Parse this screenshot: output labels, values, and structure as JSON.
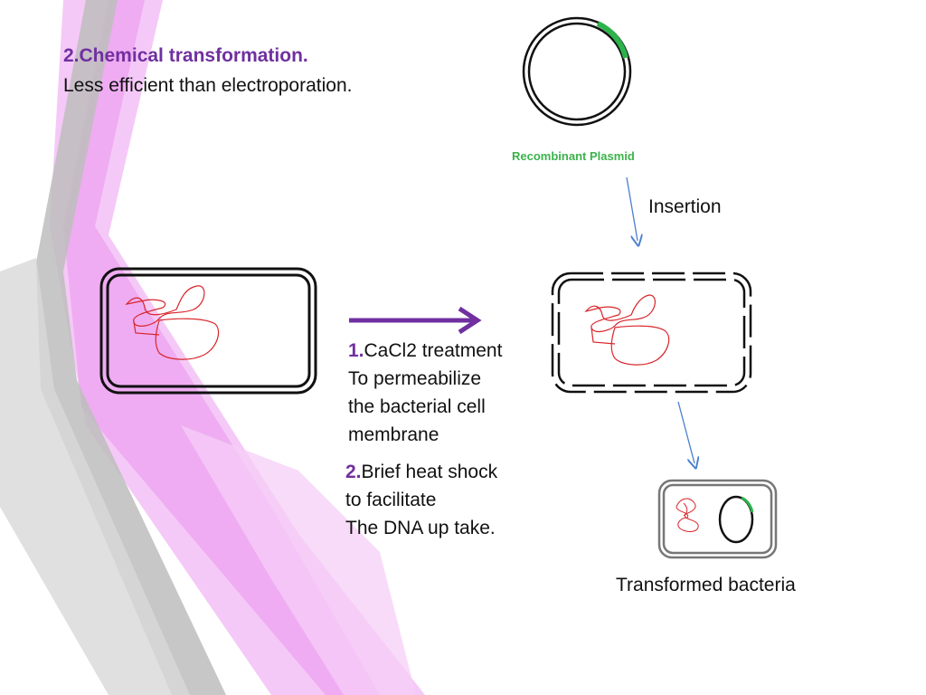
{
  "header": {
    "title": "2.Chemical transformation.",
    "subtitle": "Less efficient than electroporation."
  },
  "plasmid": {
    "label": "Recombinant Plasmid"
  },
  "insertion_label": "Insertion",
  "step1": {
    "number": "1.",
    "lines": [
      "CaCl2  treatment",
      "To permeabilize",
      "the bacterial cell",
      "membrane"
    ]
  },
  "step2": {
    "number": "2.",
    "lines": [
      "Brief heat  shock",
      "to facilitate",
      "The DNA up take."
    ]
  },
  "result_label": "Transformed bacteria",
  "colors": {
    "heading": "#7030a0",
    "arrow_main": "#7030a0",
    "arrow_thin": "#4a7fd0",
    "plasmid_insert": "#2cb34a",
    "plasmid_label": "#3bb34a",
    "dna": "#d9262b",
    "cell_border": "#111111",
    "result_cell_border": "#777777",
    "background_pink": "#f0b0f3",
    "background_gray": "#cfcfcf"
  }
}
